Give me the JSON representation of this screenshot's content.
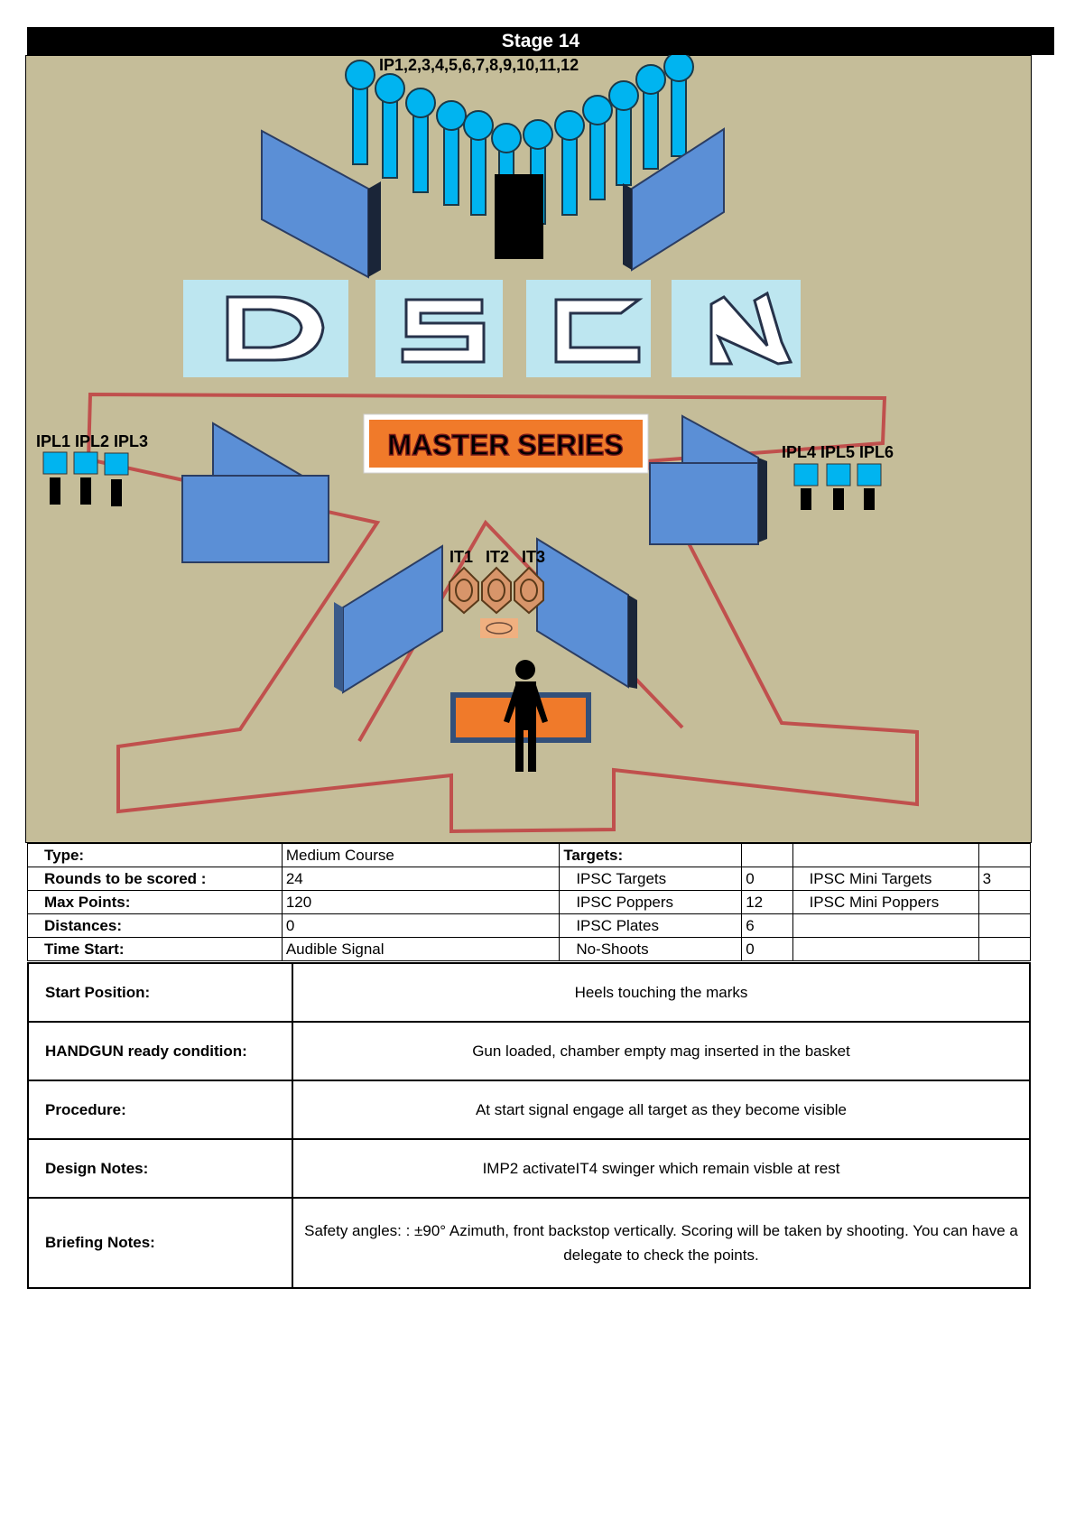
{
  "stage": {
    "title": "Stage 14"
  },
  "diagram": {
    "popper_label": "IP1,2,3,4,5,6,7,8,9,10,11,12",
    "logo_letters": [
      "D",
      "S",
      "C",
      "N"
    ],
    "banner": "MASTER SERIES",
    "left_plates": "IPL1 IPL2 IPL3",
    "right_plates": "IPL4 IPL5 IPL6",
    "targets": [
      "IT1",
      "IT2",
      "IT3"
    ],
    "colors": {
      "background": "#c5bd99",
      "wall": "#5b8fd6",
      "popper": "#00b4f0",
      "fault_line": "#c0504d",
      "banner": "#f07a2a"
    }
  },
  "info": {
    "rows": [
      {
        "label": "Type:",
        "value": "Medium Course",
        "t_label": "Targets:",
        "t_value": "",
        "m_label": "",
        "m_value": ""
      },
      {
        "label": "Rounds to be scored :",
        "value": "24",
        "t_label": "IPSC Targets",
        "t_value": "0",
        "m_label": "IPSC Mini Targets",
        "m_value": "3"
      },
      {
        "label": "Max Points:",
        "value": "120",
        "t_label": "IPSC Poppers",
        "t_value": "12",
        "m_label": "IPSC Mini Poppers",
        "m_value": ""
      },
      {
        "label": "Distances:",
        "value": "0",
        "t_label": "IPSC Plates",
        "t_value": "6",
        "m_label": "",
        "m_value": ""
      },
      {
        "label": "Time Start:",
        "value": "Audible Signal",
        "t_label": "No-Shoots",
        "t_value": "0",
        "m_label": "",
        "m_value": ""
      }
    ]
  },
  "notes": [
    {
      "label": "Start Position:",
      "value": "Heels touching the marks"
    },
    {
      "label": "HANDGUN ready condition:",
      "value": "Gun loaded, chamber empty mag inserted in the basket"
    },
    {
      "label": "Procedure:",
      "value": "At start signal engage all target as they become visible"
    },
    {
      "label": "Design Notes:",
      "value": "IMP2 activateIT4 swinger which remain visble at rest"
    },
    {
      "label": "Briefing Notes:",
      "value": "Safety angles: : ±90° Azimuth, front backstop vertically. Scoring will be taken by shooting. You can have a delegate to check the points."
    }
  ]
}
